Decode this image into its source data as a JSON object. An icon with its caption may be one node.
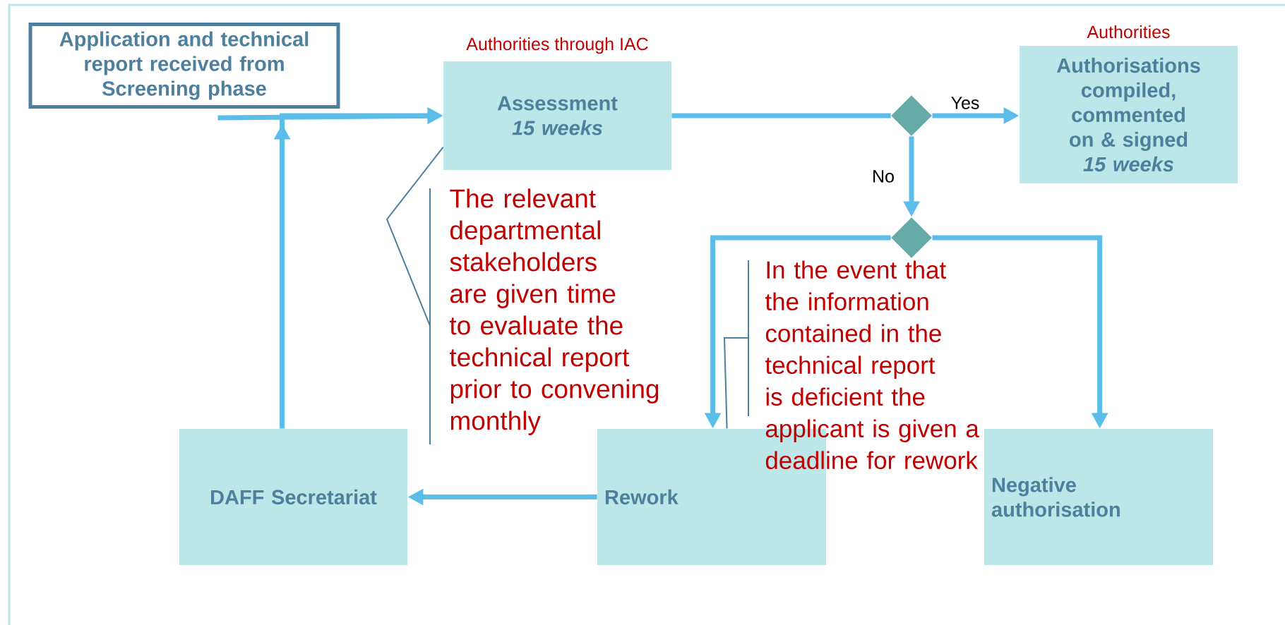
{
  "diagram": {
    "nodes": [
      {
        "text": [
          "Application and technical report received from Screening phase"
        ]
      },
      {
        "text": [
          "Assessment",
          "15 weeks"
        ],
        "beside": [
          "Authorities through IAC"
        ]
      },
      {
        "text": [],
        "shape": "diamond"
      },
      {
        "text": [
          "Authorisations compiled, commented on & signed",
          "15 weeks"
        ],
        "beside": [
          "Authorities"
        ]
      },
      {
        "text": [],
        "shape": "diamond"
      },
      {
        "text": [
          "DAFF Secretariat"
        ]
      },
      {
        "text": [
          "Rework"
        ]
      },
      {
        "text": [
          "Negative authorisation"
        ]
      },
      {
        "text": [
          "The relevant departmental stakeholders are given time to evaluate the technical report prior to convening monthly"
        ]
      },
      {
        "text": [
          "In the event that the information contained in the technical report is deficient the applicant is given a deadline for rework"
        ]
      }
    ],
    "edges": [
      {
        "from": 0,
        "to": 1,
        "arrow": "to"
      },
      {
        "from": 5,
        "to": 1,
        "arrow": "to"
      },
      {
        "from": 1,
        "to": 2,
        "arrow": "none"
      },
      {
        "from": 2,
        "to": 3,
        "arrow": "to",
        "label": "Yes"
      },
      {
        "from": 2,
        "to": 4,
        "arrow": "to",
        "label": "No"
      },
      {
        "from": 4,
        "to": 6,
        "arrow": "to"
      },
      {
        "from": 4,
        "to": 7,
        "arrow": "to"
      },
      {
        "from": 6,
        "to": 5,
        "arrow": "to"
      },
      {
        "from": 8,
        "to": 1,
        "arrow": "none",
        "color": "#4e7f9c"
      },
      {
        "from": 9,
        "to": 6,
        "arrow": "none",
        "color": "#4e7f9c"
      }
    ]
  }
}
